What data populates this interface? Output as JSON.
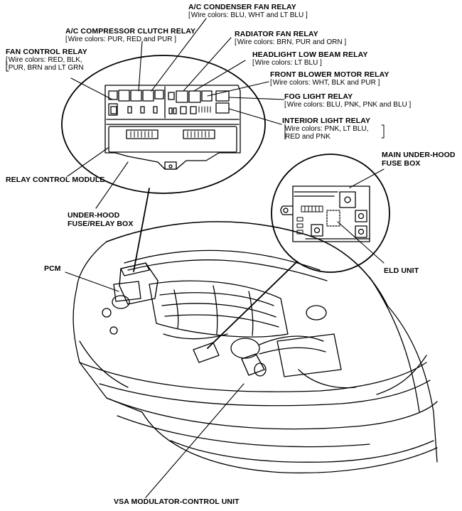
{
  "labels": {
    "ac_condenser_fan_relay": {
      "title": "A/C CONDENSER FAN RELAY",
      "wire": "Wire colors: BLU, WHT and LT BLU"
    },
    "ac_compressor_clutch_relay": {
      "title": "A/C COMPRESSOR CLUTCH RELAY",
      "wire": "Wire colors: PUR, RED and PUR"
    },
    "radiator_fan_relay": {
      "title": "RADIATOR FAN RELAY",
      "wire": "Wire colors: BRN, PUR and ORN"
    },
    "fan_control_relay": {
      "title": "FAN CONTROL RELAY",
      "wire_lines": [
        "Wire colors: RED, BLK,",
        "PUR, BRN and LT GRN"
      ]
    },
    "headlight_low_beam_relay": {
      "title": "HEADLIGHT LOW BEAM RELAY",
      "wire": "Wire colors: LT BLU"
    },
    "front_blower_motor_relay": {
      "title": "FRONT BLOWER MOTOR RELAY",
      "wire": "Wire colors: WHT, BLK and PUR"
    },
    "fog_light_relay": {
      "title": "FOG LIGHT RELAY",
      "wire": "Wire colors: BLU, PNK, PNK and BLU"
    },
    "interior_light_relay": {
      "title": "INTERIOR LIGHT RELAY",
      "wire_lines": [
        "Wire colors: PNK, LT BLU,",
        "RED and PNK"
      ]
    },
    "relay_control_module": {
      "title": "RELAY CONTROL MODULE"
    },
    "main_under_hood_fuse_box": {
      "title_lines": [
        "MAIN UNDER-HOOD",
        "FUSE BOX"
      ]
    },
    "under_hood_fuse_relay_box": {
      "title_lines": [
        "UNDER-HOOD",
        "FUSE/RELAY BOX"
      ]
    },
    "pcm": {
      "title": "PCM"
    },
    "eld_unit": {
      "title": "ELD UNIT"
    },
    "vsa_modulator_control_unit": {
      "title": "VSA MODULATOR-CONTROL UNIT"
    }
  },
  "colors": {
    "ink": "#000000",
    "paper": "#ffffff"
  }
}
